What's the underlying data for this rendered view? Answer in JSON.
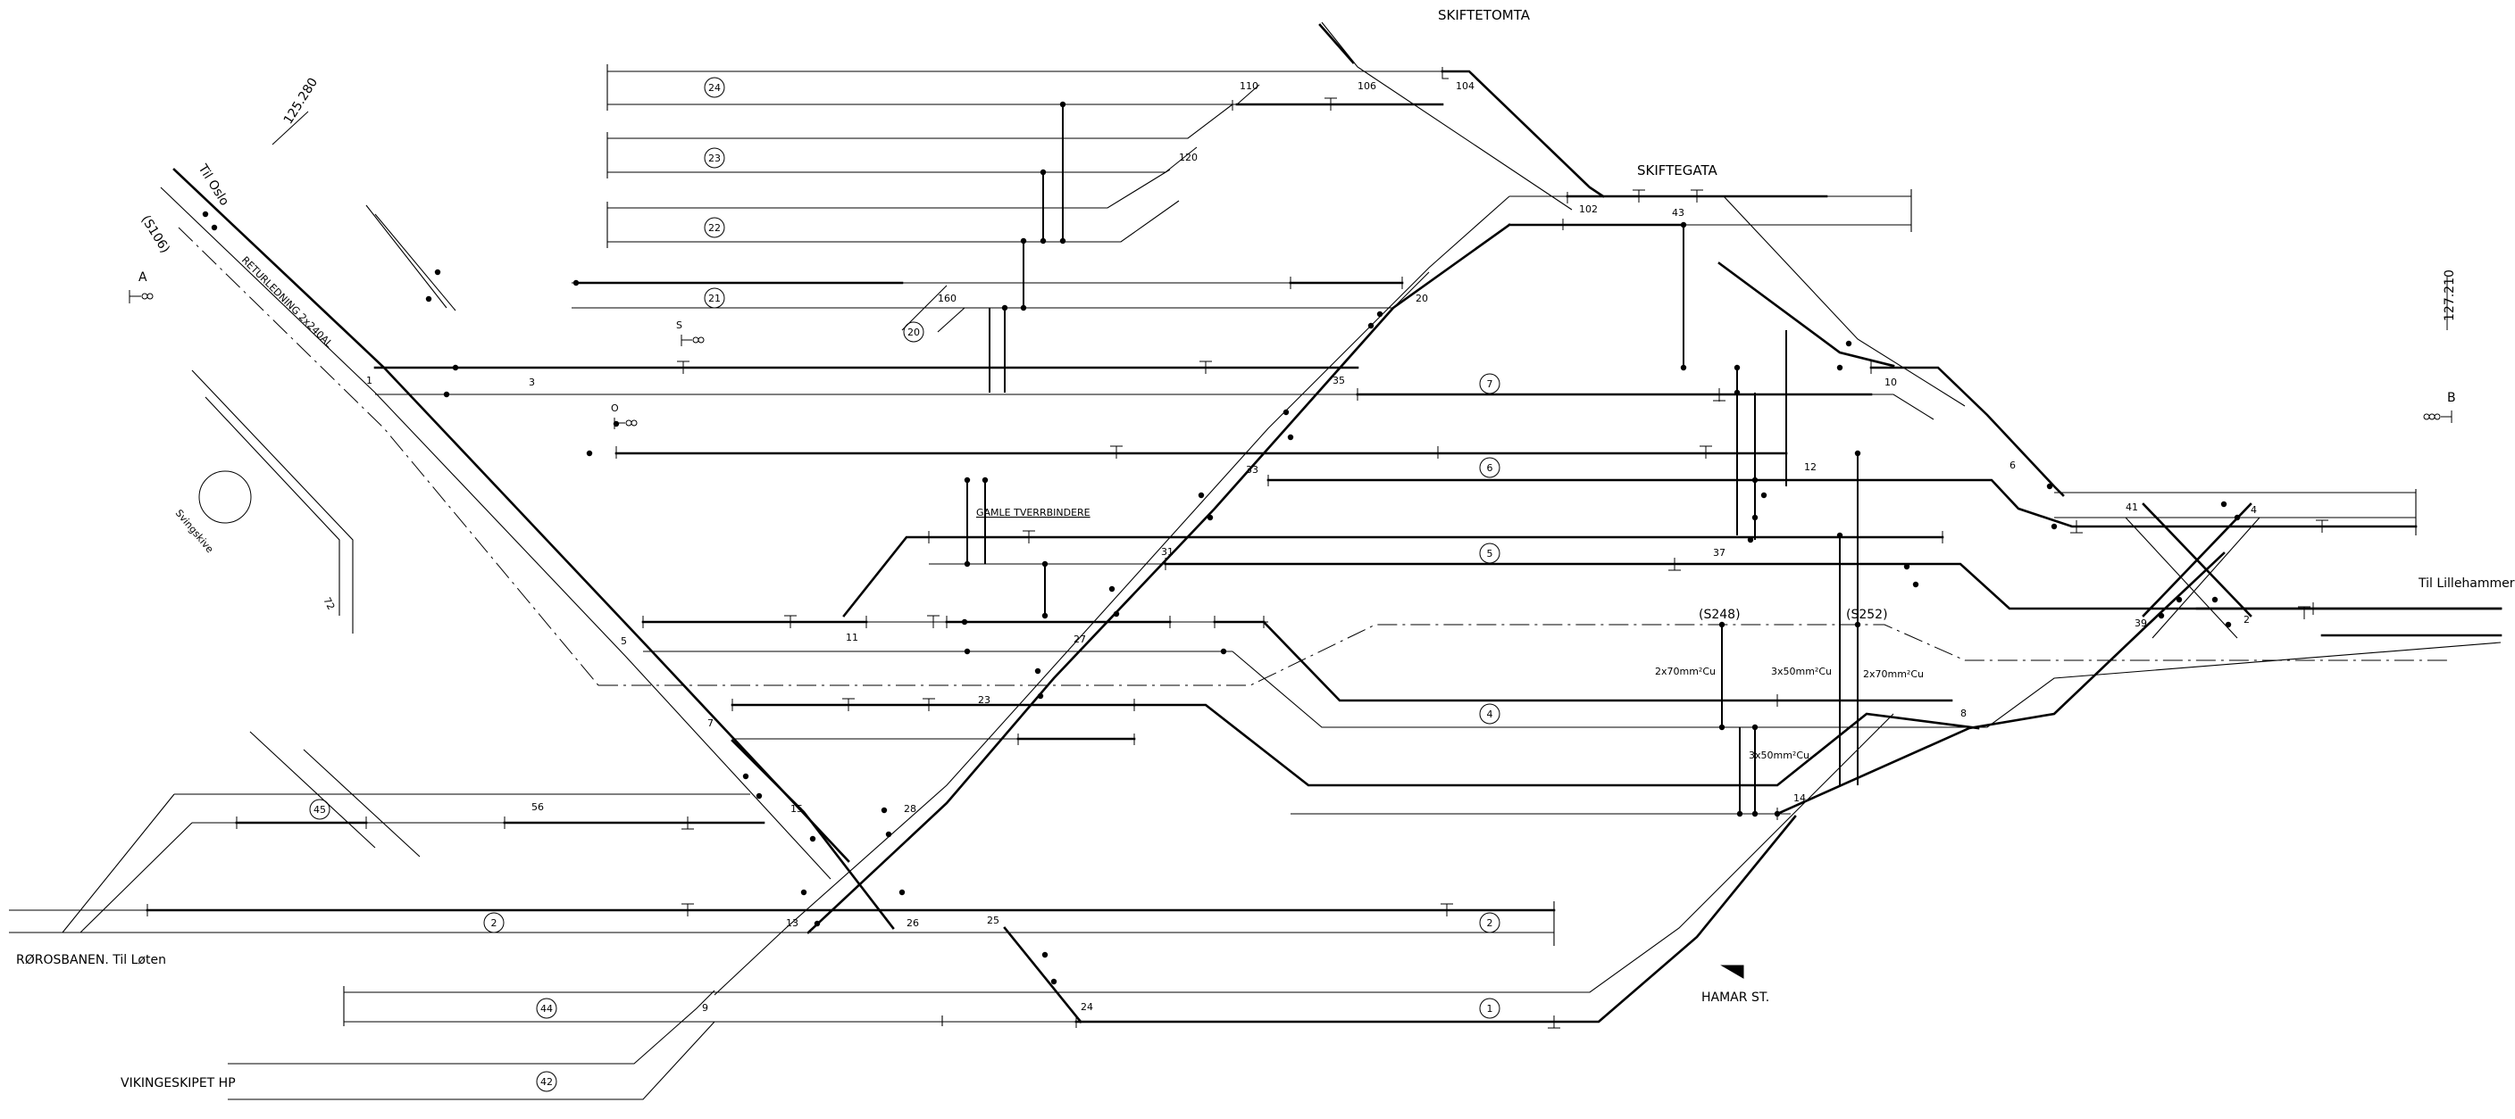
{
  "labels": {
    "skiftetomta": "SKIFTETOMTA",
    "skiftegata": "SKIFTEGATA",
    "til_oslo": "Til Oslo",
    "km_125": "125.280",
    "km_127": "127.210",
    "s106": "(S106)",
    "point_a": "A",
    "point_b": "B",
    "point_s": "S",
    "point_o": "O",
    "returledning": "RETURLEDNING 2x240AL",
    "svingskive": "Svingskive",
    "gamle_tverrbindere": "GAMLE TVERRBINDERE",
    "til_lillehammer": "Til Lillehammer",
    "rorosbanen": "RØROSBANEN. Til Løten",
    "vikingeskipet": "VIKINGESKIPET HP",
    "hamar_st": "HAMAR ST.",
    "s248": "(S248)",
    "s252": "(S252)",
    "cable_2x70_a": "2x70mm²Cu",
    "cable_3x50_a": "3x50mm²Cu",
    "cable_2x70_b": "2x70mm²Cu",
    "cable_3x50_b": "3x50mm²Cu"
  },
  "tracks": {
    "t24": "24",
    "t23": "23",
    "t22": "22",
    "t21": "21",
    "t20": "20",
    "t7": "7",
    "t6": "6",
    "t5": "5",
    "t4": "4",
    "t45": "45",
    "t2a": "2",
    "t2b": "2",
    "t44": "44",
    "t1": "1",
    "t42": "42"
  },
  "sections": {
    "s110": "110",
    "s106": "106",
    "s104": "104",
    "s120": "120",
    "s160": "160",
    "s20": "20",
    "s102": "102",
    "s43": "43",
    "s35": "35",
    "s10": "10",
    "s1": "1",
    "s3": "3",
    "s33": "33",
    "s12": "12",
    "s6": "6",
    "s41": "41",
    "s4": "4",
    "s31": "31",
    "s37": "37",
    "s39": "39",
    "s2": "2",
    "s11": "11",
    "s27": "27",
    "s5": "5",
    "s23": "23",
    "s7": "7",
    "s8": "8",
    "s14": "14",
    "s56": "56",
    "s15": "15",
    "s28": "28",
    "s13": "13",
    "s26": "26",
    "s25": "25",
    "s24": "24",
    "s9": "9",
    "s72": "72"
  }
}
